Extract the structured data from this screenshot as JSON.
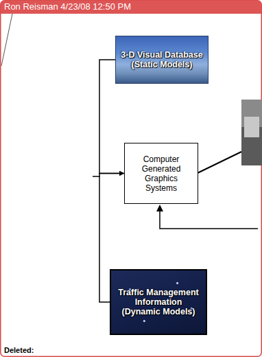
{
  "diagram": {
    "nodes": [
      {
        "text": [
          "3-D Visual Database (Static Models)"
        ]
      },
      {
        "text": [
          "Computer Generated Graphics Systems"
        ]
      },
      {
        "text": [
          "Traffic Management Information (Dynamic Models)"
        ]
      }
    ],
    "edges": [
      {
        "from": 0,
        "to": 1,
        "arrow": "to"
      },
      {
        "from": 2,
        "to": 1,
        "arrow": "to"
      }
    ],
    "labels": [
      "Ron Reisman 4/23/08 12:50 PM",
      "Deleted:"
    ]
  }
}
